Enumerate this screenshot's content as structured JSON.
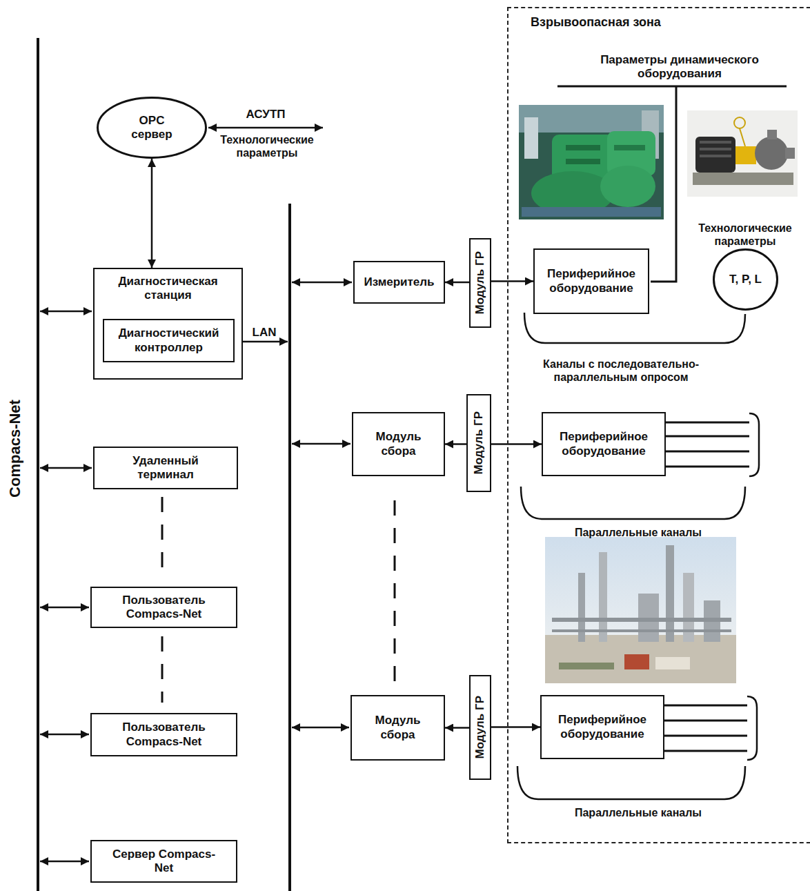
{
  "diagram": {
    "nodes": [
      {
        "text": [
          "Взрывоопасная зона"
        ]
      },
      {
        "text": [
          "OPC сервер"
        ]
      },
      {
        "text": [
          "Диагностическая станция"
        ]
      },
      {
        "text": [
          "Диагностический контроллер"
        ],
        "in": 2
      },
      {
        "text": [
          "Удаленный терминал"
        ]
      },
      {
        "text": [
          "Пользователь Compacs-Net"
        ]
      },
      {
        "text": [
          "Пользователь Compacs-Net"
        ]
      },
      {
        "text": [
          "Сервер Compacs-Net"
        ]
      },
      {
        "text": [
          "Измеритель"
        ]
      },
      {
        "text": [
          "Модуль ГР"
        ]
      },
      {
        "text": [
          "Периферийное оборудование"
        ],
        "in": 0
      },
      {
        "text": [
          "T, P, L"
        ],
        "in": 0
      },
      {
        "text": [
          "Модуль сбора"
        ]
      },
      {
        "text": [
          "Модуль ГР"
        ]
      },
      {
        "text": [
          "Периферийное оборудование"
        ],
        "in": 0
      },
      {
        "text": [
          "Модуль сбора"
        ]
      },
      {
        "text": [
          "Модуль ГР"
        ]
      },
      {
        "text": [
          "Периферийное оборудование"
        ],
        "in": 0
      }
    ],
    "edges": [
      {
        "from": 1,
        "to": 2,
        "arrow": "both"
      },
      {
        "from": 9,
        "to": 8,
        "arrow": "to"
      },
      {
        "from": 9,
        "to": 10,
        "arrow": "to"
      },
      {
        "from": 13,
        "to": 12,
        "arrow": "to"
      },
      {
        "from": 13,
        "to": 14,
        "arrow": "to"
      },
      {
        "from": 16,
        "to": 15,
        "arrow": "to"
      },
      {
        "from": 16,
        "to": 17,
        "arrow": "to"
      }
    ],
    "labels": [
      "Compacs-Net",
      "АСУТП",
      "Технологические параметры",
      "LAN",
      "Параметры динамического оборудования",
      "Технологические параметры",
      "Каналы с последовательно-параллельным опросом",
      "Параллельные каналы",
      "Параллельные каналы"
    ]
  }
}
